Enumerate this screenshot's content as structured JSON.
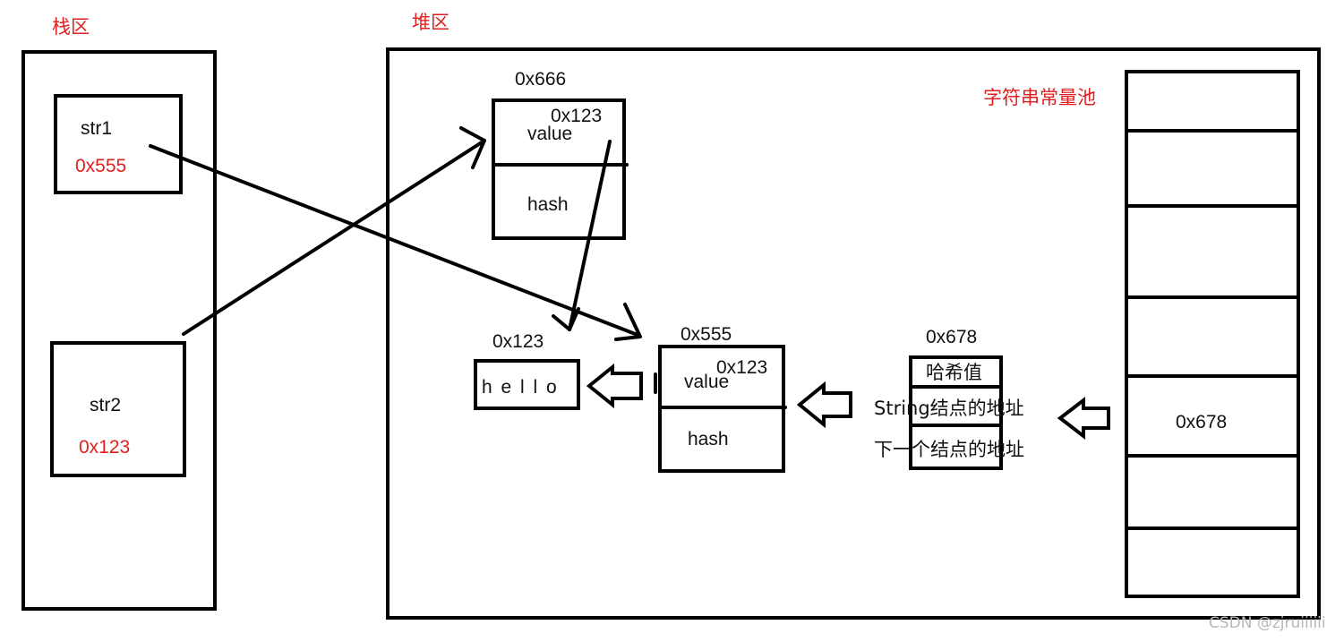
{
  "stack": {
    "title": "栈区",
    "str1": {
      "name": "str1",
      "value": "0x555"
    },
    "str2": {
      "name": "str2",
      "value": "0x123"
    }
  },
  "heap": {
    "title": "堆区",
    "obj666": {
      "address": "0x666",
      "value_label": "value",
      "value": "0x123",
      "hash_label": "hash"
    },
    "obj555": {
      "address": "0x555",
      "value_label": "value",
      "value": "0x123",
      "hash_label": "hash"
    },
    "char_array": {
      "address": "0x123",
      "chars": "h e l l o"
    },
    "node678": {
      "address": "0x678",
      "hash_label": "哈希值",
      "string_addr_label": "String结点的地址",
      "next_label": "下一个结点的地址"
    },
    "pool": {
      "title": "字符串常量池",
      "entry": "0x678"
    }
  },
  "watermark": "CSDN @zjruiiiiii"
}
